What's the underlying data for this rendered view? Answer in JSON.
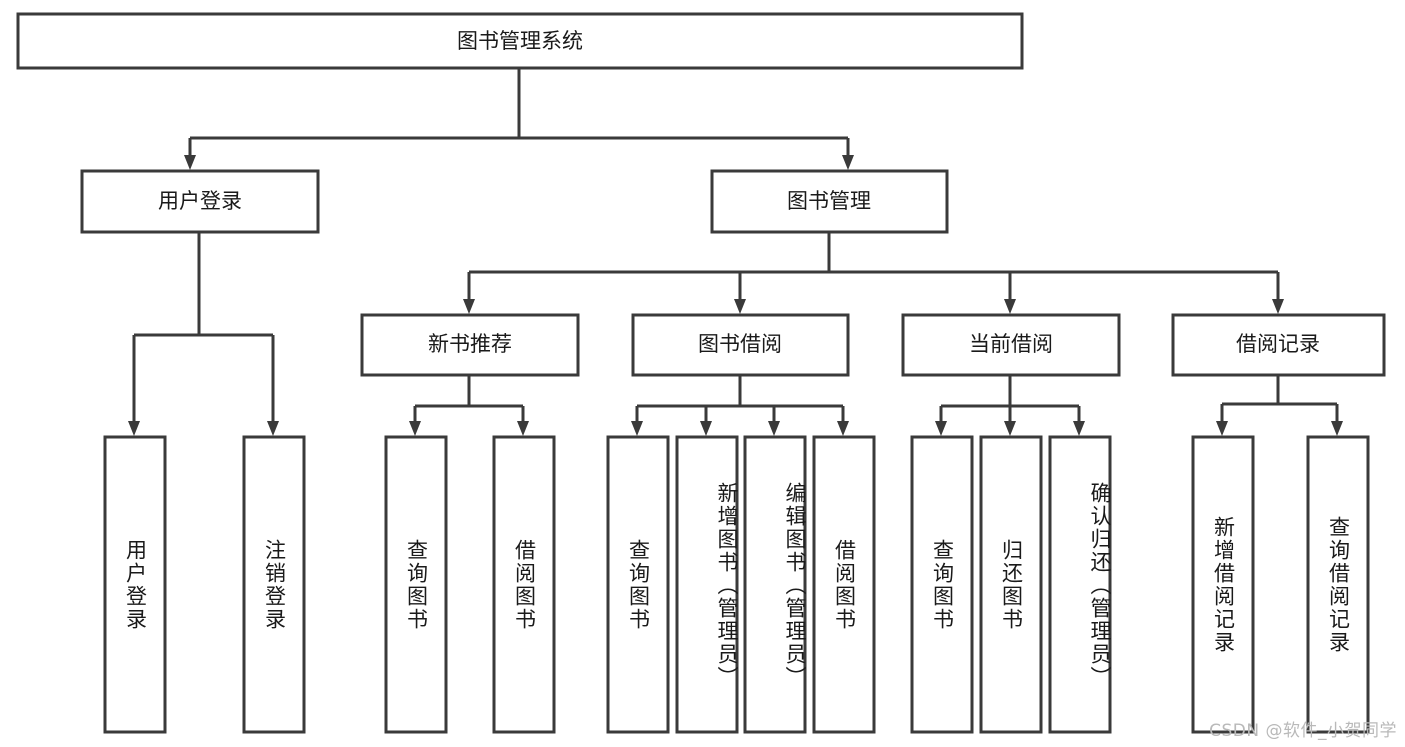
{
  "diagram": {
    "type": "tree",
    "title": "图书管理系统",
    "watermark": "CSDN @软件_小贺同学",
    "colors": {
      "box_stroke": "#3a3a3a",
      "box_fill": "#ffffff",
      "text": "#1a1a1a",
      "connector": "#3a3a3a",
      "watermark": "#b9b9b9",
      "background": "#ffffff"
    },
    "levels": {
      "root": {
        "label": "图书管理系统"
      },
      "level2": [
        {
          "label": "用户登录"
        },
        {
          "label": "图书管理"
        }
      ],
      "level3": [
        {
          "label": "新书推荐"
        },
        {
          "label": "图书借阅"
        },
        {
          "label": "当前借阅"
        },
        {
          "label": "借阅记录"
        }
      ],
      "leaves": [
        {
          "label": "用户登录",
          "parent": "用户登录"
        },
        {
          "label": "注销登录",
          "parent": "用户登录"
        },
        {
          "label": "查询图书",
          "parent": "新书推荐"
        },
        {
          "label": "借阅图书",
          "parent": "新书推荐"
        },
        {
          "label": "查询图书",
          "parent": "图书借阅"
        },
        {
          "label": "新增图书（管理员）",
          "parent": "图书借阅"
        },
        {
          "label": "编辑图书（管理员）",
          "parent": "图书借阅"
        },
        {
          "label": "借阅图书",
          "parent": "图书借阅"
        },
        {
          "label": "查询图书",
          "parent": "当前借阅"
        },
        {
          "label": "归还图书",
          "parent": "当前借阅"
        },
        {
          "label": "确认归还（管理员）",
          "parent": "当前借阅"
        },
        {
          "label": "新增借阅记录",
          "parent": "借阅记录"
        },
        {
          "label": "查询借阅记录",
          "parent": "借阅记录"
        }
      ]
    }
  }
}
